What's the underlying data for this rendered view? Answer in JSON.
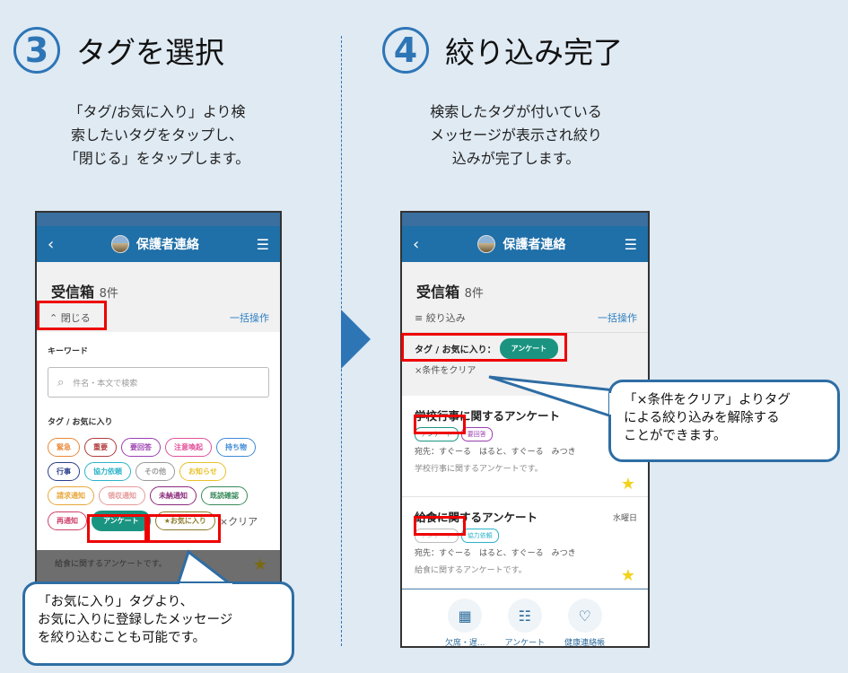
{
  "steps": [
    {
      "num": "3",
      "title": "タグを選択",
      "desc": "「タグ/お気に入り」より検\n索したいタグをタップし、\n「閉じる」をタップします。"
    },
    {
      "num": "4",
      "title": "絞り込み完了",
      "desc": "検索したタグが付いている\nメッセージが表示され絞り\n込みが完了します。"
    }
  ],
  "app": {
    "title": "保護者連絡",
    "back_icon": "chevron-left-icon",
    "menu_icon": "hamburger-icon",
    "inbox": "受信箱",
    "count": "8件",
    "bulk": "一括操作"
  },
  "left": {
    "close": "⌃ 閉じる",
    "keyword_label": "キーワード",
    "search_placeholder": "件名・本文で検索",
    "tag_label": "タグ / お気に入り",
    "tags": [
      {
        "label": "緊急",
        "color": "#e8893a"
      },
      {
        "label": "重要",
        "color": "#b03a3a"
      },
      {
        "label": "要回答",
        "color": "#9b3fb0"
      },
      {
        "label": "注意喚起",
        "color": "#e0509a"
      },
      {
        "label": "持ち物",
        "color": "#3f8ad6"
      },
      {
        "label": "行事",
        "color": "#2b3e8a"
      },
      {
        "label": "協力依頼",
        "color": "#2ab3c9"
      },
      {
        "label": "その他",
        "color": "#999999"
      },
      {
        "label": "お知らせ",
        "color": "#e8c12a"
      },
      {
        "label": "請求通知",
        "color": "#e8a83a"
      },
      {
        "label": "領収通知",
        "color": "#e59a9a"
      },
      {
        "label": "未納通知",
        "color": "#8a2a7a"
      },
      {
        "label": "既読確認",
        "color": "#3a8a5a"
      },
      {
        "label": "再通知",
        "color": "#d0406a"
      }
    ],
    "selected_tag": "アンケート",
    "favorite": "★お気に入り",
    "clear": "×クリア",
    "behind_text": "給食に関するアンケートです。"
  },
  "right": {
    "filter": "≡ 絞り込み",
    "applied_label": "タグ / お気に入り：",
    "applied_tag": "アンケート",
    "clear": "×条件をクリア",
    "messages": [
      {
        "title": "学校行事に関するアンケート",
        "day": "",
        "tags": [
          {
            "label": "アンケート",
            "color": "#1a9481"
          },
          {
            "label": "要回答",
            "color": "#9b3fb0"
          }
        ],
        "to": "宛先：すぐーる　はると、すぐーる　みつき",
        "body": "学校行事に関するアンケートです。"
      },
      {
        "title": "給食に関するアンケート",
        "day": "水曜日",
        "tags": [
          {
            "label": "アンケート",
            "color": "#bbbbbb"
          },
          {
            "label": "協力依頼",
            "color": "#2ab3c9"
          }
        ],
        "to": "宛先：すぐーる　はると、すぐーる　みつき",
        "body": "給食に関するアンケートです。"
      }
    ],
    "nav": [
      {
        "label": "欠席・遅...",
        "icon": "calendar-icon"
      },
      {
        "label": "アンケート",
        "icon": "survey-icon"
      },
      {
        "label": "健康連絡帳",
        "icon": "heart-chat-icon"
      }
    ]
  },
  "callouts": {
    "left": "「お気に入り」タグより、\nお気に入りに登録したメッセージ\nを絞り込むことも可能です。",
    "right": "「×条件をクリア」よりタグ\nによる絞り込みを解除する\nことができます。"
  },
  "colors": {
    "accent": "#2e75b6",
    "header": "#1f6fa8",
    "highlight": "#ee0000",
    "selected": "#1a9481"
  }
}
